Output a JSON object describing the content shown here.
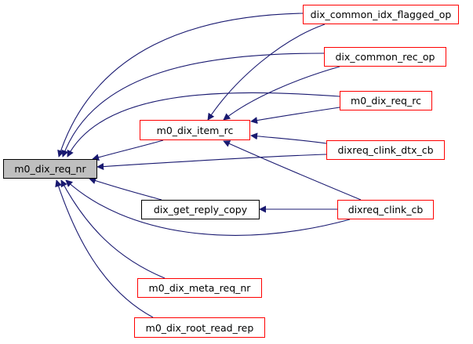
{
  "graph": {
    "type": "call-graph",
    "direction": "right-to-left",
    "edge_color": "#191970",
    "root_fill": "#bfbfbf",
    "linked_border": "#ff0000",
    "plain_border": "#000000",
    "nodes": [
      {
        "id": "m0_dix_req_nr",
        "label": "m0_dix_req_nr",
        "kind": "root"
      },
      {
        "id": "dix_common_idx_flagged_op",
        "label": "dix_common_idx_flagged_op",
        "kind": "linked"
      },
      {
        "id": "dix_common_rec_op",
        "label": "dix_common_rec_op",
        "kind": "linked"
      },
      {
        "id": "m0_dix_req_rc",
        "label": "m0_dix_req_rc",
        "kind": "linked"
      },
      {
        "id": "m0_dix_item_rc",
        "label": "m0_dix_item_rc",
        "kind": "linked"
      },
      {
        "id": "dixreq_clink_dtx_cb",
        "label": "dixreq_clink_dtx_cb",
        "kind": "linked"
      },
      {
        "id": "dix_get_reply_copy",
        "label": "dix_get_reply_copy",
        "kind": "plain"
      },
      {
        "id": "dixreq_clink_cb",
        "label": "dixreq_clink_cb",
        "kind": "linked"
      },
      {
        "id": "m0_dix_meta_req_nr",
        "label": "m0_dix_meta_req_nr",
        "kind": "linked"
      },
      {
        "id": "m0_dix_root_read_rep",
        "label": "m0_dix_root_read_rep",
        "kind": "linked"
      }
    ],
    "edges": [
      {
        "from": "dix_common_idx_flagged_op",
        "to": "m0_dix_req_nr"
      },
      {
        "from": "dix_common_idx_flagged_op",
        "to": "m0_dix_item_rc"
      },
      {
        "from": "dix_common_rec_op",
        "to": "m0_dix_req_nr"
      },
      {
        "from": "dix_common_rec_op",
        "to": "m0_dix_item_rc"
      },
      {
        "from": "m0_dix_req_rc",
        "to": "m0_dix_req_nr"
      },
      {
        "from": "m0_dix_req_rc",
        "to": "m0_dix_item_rc"
      },
      {
        "from": "m0_dix_item_rc",
        "to": "m0_dix_req_nr"
      },
      {
        "from": "dixreq_clink_dtx_cb",
        "to": "m0_dix_req_nr"
      },
      {
        "from": "dixreq_clink_dtx_cb",
        "to": "m0_dix_item_rc"
      },
      {
        "from": "dix_get_reply_copy",
        "to": "m0_dix_req_nr"
      },
      {
        "from": "dixreq_clink_cb",
        "to": "dix_get_reply_copy"
      },
      {
        "from": "dixreq_clink_cb",
        "to": "m0_dix_req_nr"
      },
      {
        "from": "dixreq_clink_cb",
        "to": "m0_dix_item_rc"
      },
      {
        "from": "m0_dix_meta_req_nr",
        "to": "m0_dix_req_nr"
      },
      {
        "from": "m0_dix_root_read_rep",
        "to": "m0_dix_req_nr"
      }
    ]
  }
}
